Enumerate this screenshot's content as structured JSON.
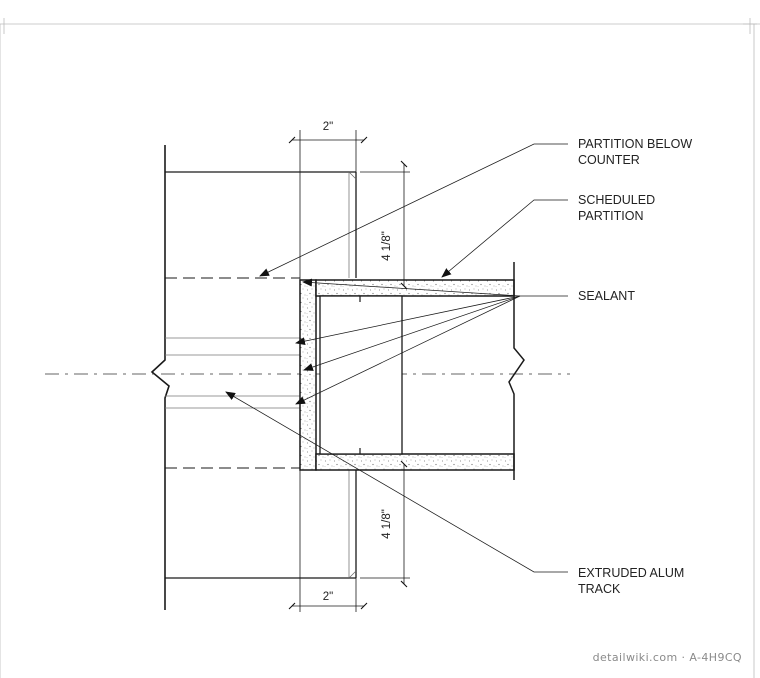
{
  "labels": {
    "partition_below_counter": [
      "PARTITION BELOW",
      "COUNTER"
    ],
    "scheduled_partition": [
      "SCHEDULED",
      "PARTITION"
    ],
    "sealant": "SEALANT",
    "extruded_alum_track": [
      "EXTRUDED ALUM",
      "TRACK"
    ]
  },
  "dimensions": {
    "top_width": "2\"",
    "bottom_width": "2\"",
    "upper_depth": "4 1/8\"",
    "lower_depth": "4 1/8\""
  },
  "footer": {
    "site": "detailwiki.com",
    "separator": " · ",
    "code": "A-4H9CQ"
  },
  "colors": {
    "line": "#1a1a1a",
    "thin_line": "#555555",
    "stipple": "#7a7a7a"
  }
}
